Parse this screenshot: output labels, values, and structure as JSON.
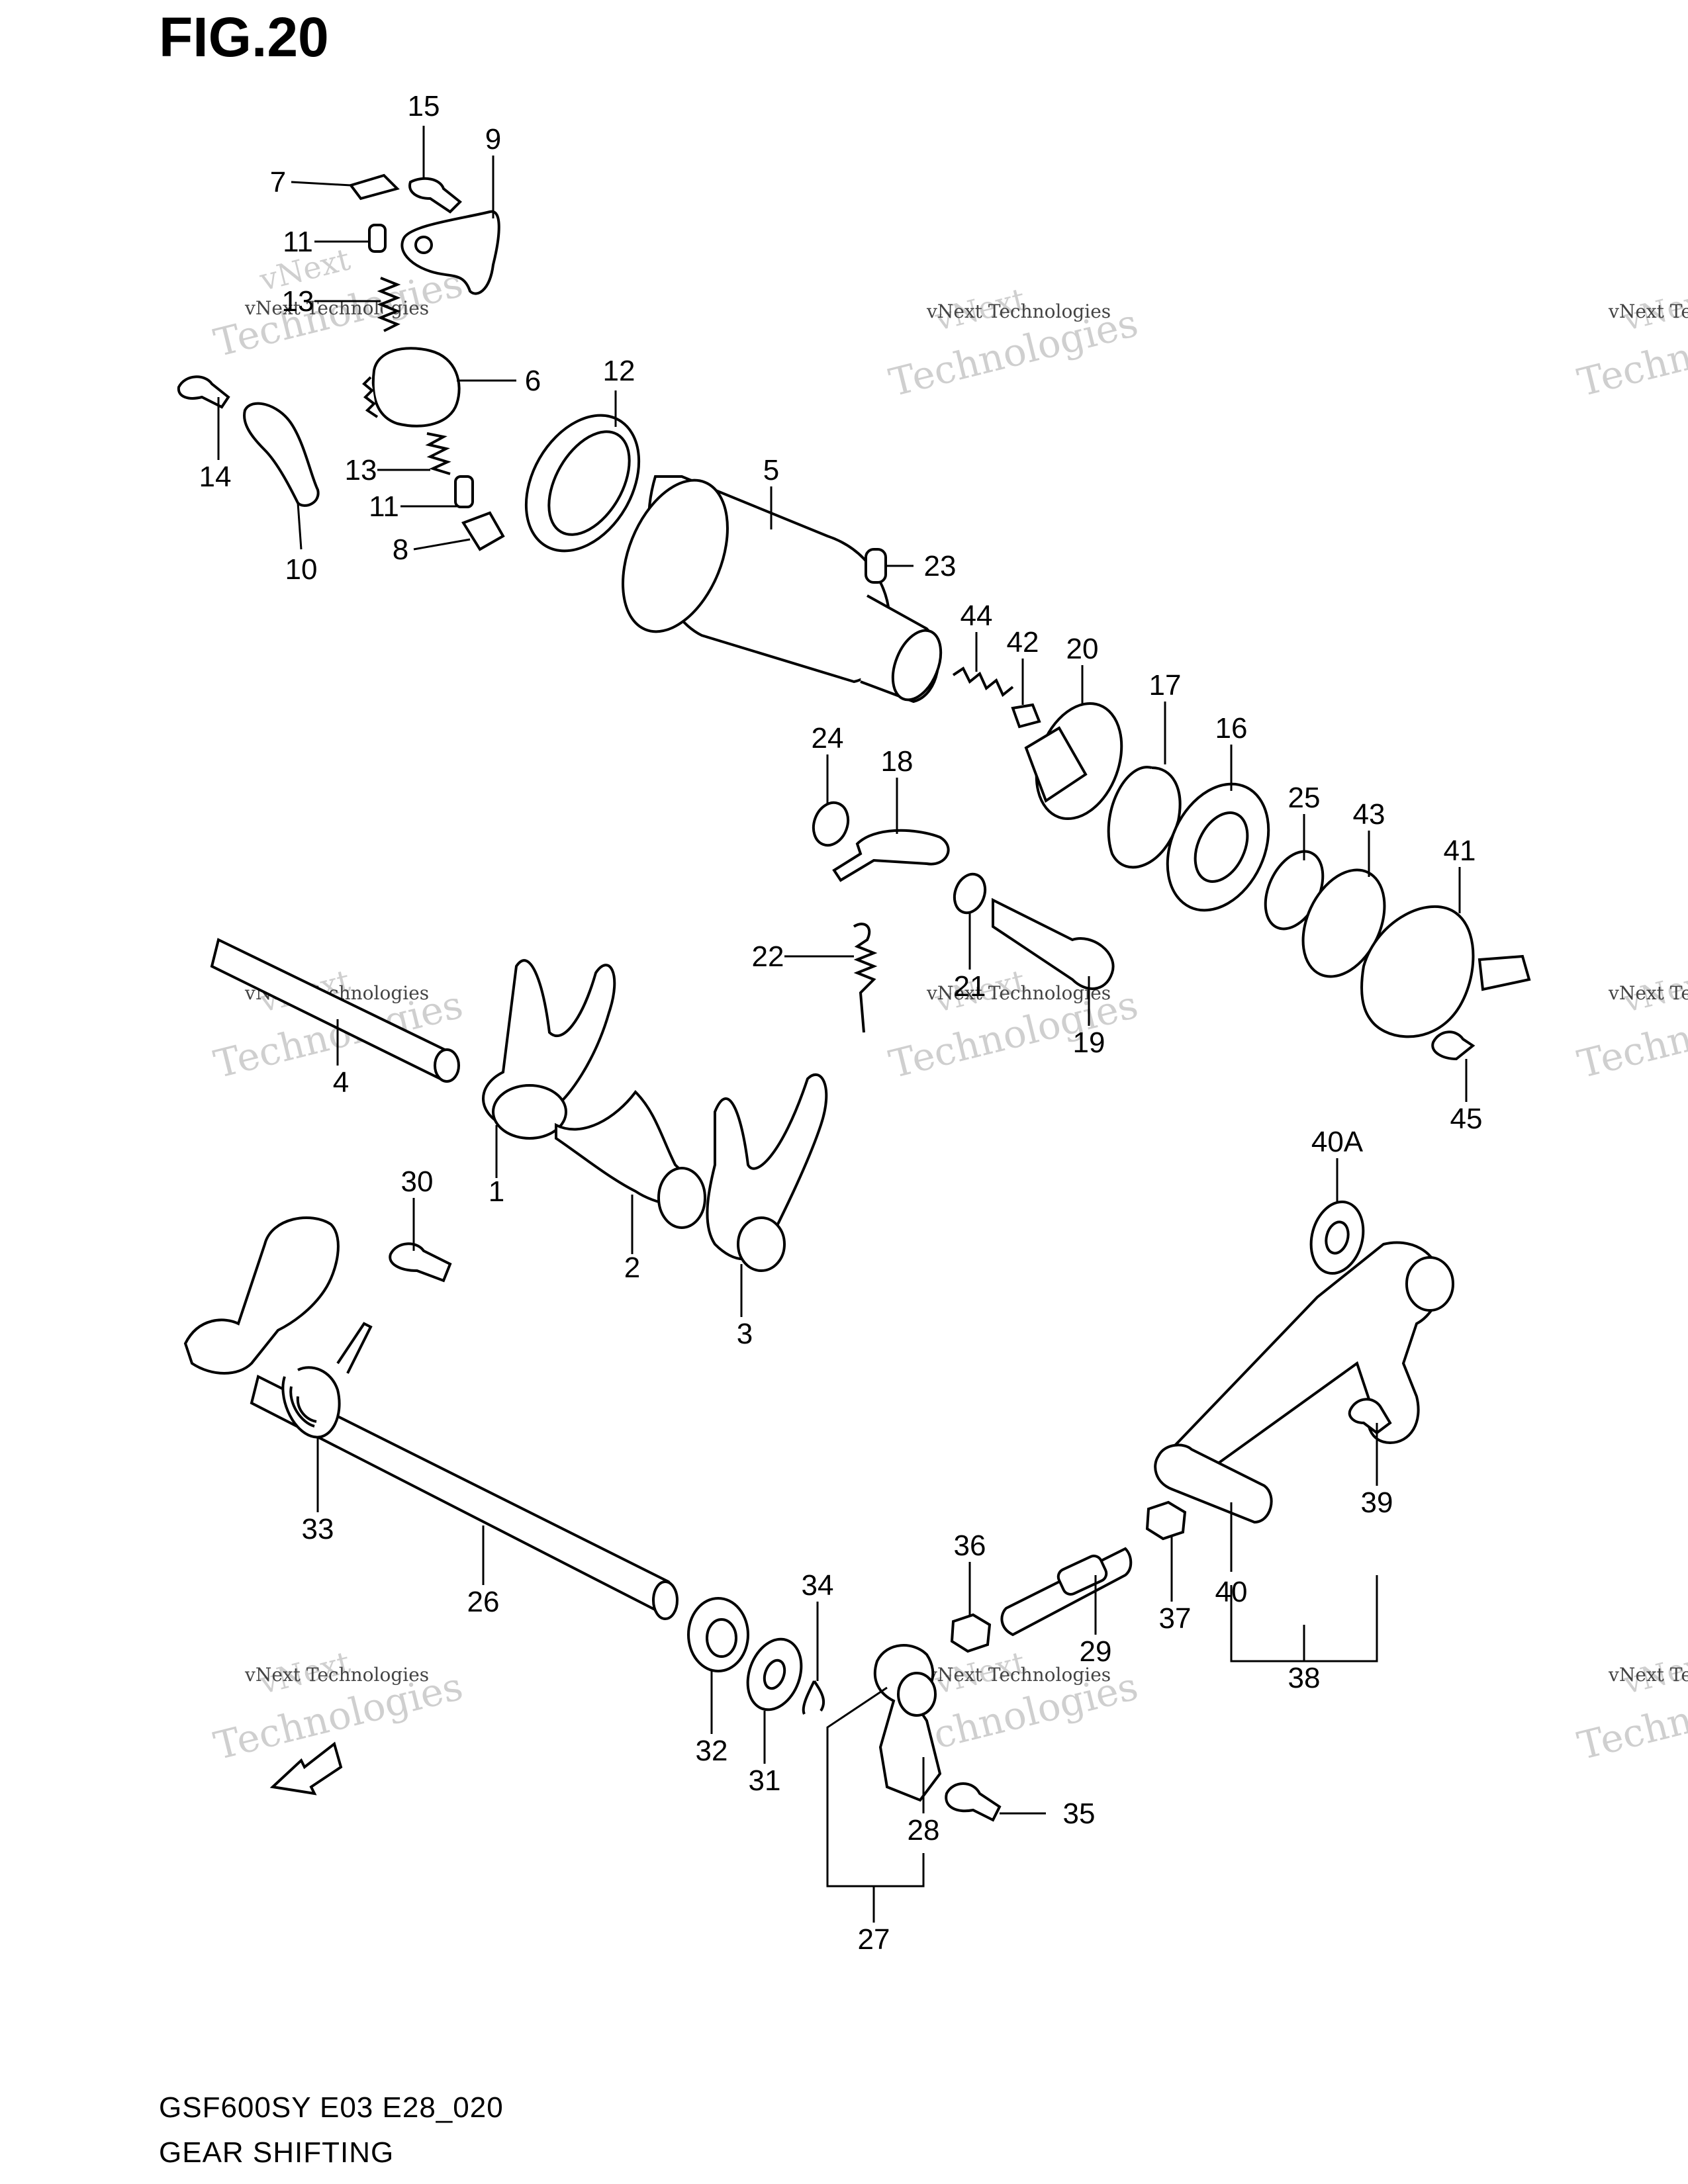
{
  "figure": {
    "title": "FIG.20",
    "model_code": "GSF600SY E03 E28_020",
    "caption": "GEAR SHIFTING"
  },
  "watermark": {
    "brand": "vNext Technologies",
    "top": "vNext",
    "bottom": "Technologies"
  },
  "fwd_label": "FWD",
  "callouts": [
    {
      "id": "15",
      "label": "15"
    },
    {
      "id": "9",
      "label": "9"
    },
    {
      "id": "7",
      "label": "7"
    },
    {
      "id": "11a",
      "label": "11"
    },
    {
      "id": "13a",
      "label": "13"
    },
    {
      "id": "6",
      "label": "6"
    },
    {
      "id": "14",
      "label": "14"
    },
    {
      "id": "13b",
      "label": "13"
    },
    {
      "id": "11b",
      "label": "11"
    },
    {
      "id": "8",
      "label": "8"
    },
    {
      "id": "10",
      "label": "10"
    },
    {
      "id": "12",
      "label": "12"
    },
    {
      "id": "5",
      "label": "5"
    },
    {
      "id": "23",
      "label": "23"
    },
    {
      "id": "44",
      "label": "44"
    },
    {
      "id": "42",
      "label": "42"
    },
    {
      "id": "20",
      "label": "20"
    },
    {
      "id": "17",
      "label": "17"
    },
    {
      "id": "16",
      "label": "16"
    },
    {
      "id": "24",
      "label": "24"
    },
    {
      "id": "18",
      "label": "18"
    },
    {
      "id": "25",
      "label": "25"
    },
    {
      "id": "43",
      "label": "43"
    },
    {
      "id": "41",
      "label": "41"
    },
    {
      "id": "22",
      "label": "22"
    },
    {
      "id": "21",
      "label": "21"
    },
    {
      "id": "19",
      "label": "19"
    },
    {
      "id": "4",
      "label": "4"
    },
    {
      "id": "45",
      "label": "45"
    },
    {
      "id": "40A",
      "label": "40A"
    },
    {
      "id": "1",
      "label": "1"
    },
    {
      "id": "30",
      "label": "30"
    },
    {
      "id": "2",
      "label": "2"
    },
    {
      "id": "3",
      "label": "3"
    },
    {
      "id": "33",
      "label": "33"
    },
    {
      "id": "39",
      "label": "39"
    },
    {
      "id": "26",
      "label": "26"
    },
    {
      "id": "36",
      "label": "36"
    },
    {
      "id": "34",
      "label": "34"
    },
    {
      "id": "40",
      "label": "40"
    },
    {
      "id": "37",
      "label": "37"
    },
    {
      "id": "29",
      "label": "29"
    },
    {
      "id": "38",
      "label": "38"
    },
    {
      "id": "32",
      "label": "32"
    },
    {
      "id": "31",
      "label": "31"
    },
    {
      "id": "35",
      "label": "35"
    },
    {
      "id": "28",
      "label": "28"
    },
    {
      "id": "27",
      "label": "27"
    }
  ]
}
